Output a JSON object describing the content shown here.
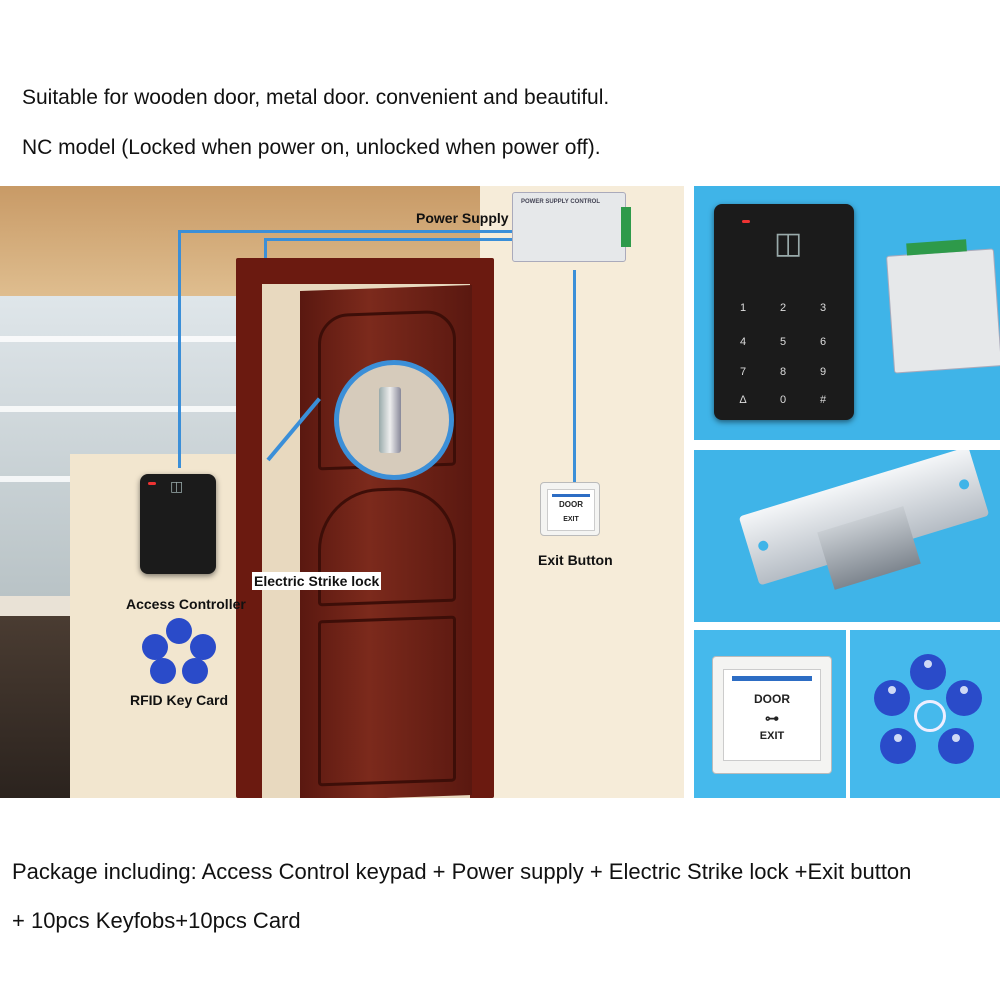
{
  "headline": "Suitable for wooden door, metal door. convenient and beautiful.",
  "model_note": "NC model (Locked when power on, unlocked when power off).",
  "package_line1": "Package including: Access Control keypad + Power supply + Electric Strike lock +Exit button",
  "package_line2": "+ 10pcs Keyfobs+10pcs Card",
  "scene": {
    "labels": {
      "power_supply": "Power Supply",
      "access_controller": "Access Controller",
      "electric_strike": "Electric Strike lock",
      "exit_button": "Exit Button",
      "rfid_card": "RFID Key Card"
    },
    "psu_title": "POWER SUPPLY CONTROL",
    "exit_top": "DOOR",
    "exit_bottom": "EXIT"
  },
  "keypad_keys": [
    "1",
    "2",
    "3",
    "4",
    "5",
    "6",
    "7",
    "8",
    "9",
    "Δ",
    "0",
    "#"
  ],
  "colors": {
    "wire": "#3b8fd8",
    "panel_bg": "#3fb4e8",
    "door": "#6b1a10",
    "fob": "#2a4bc9"
  }
}
